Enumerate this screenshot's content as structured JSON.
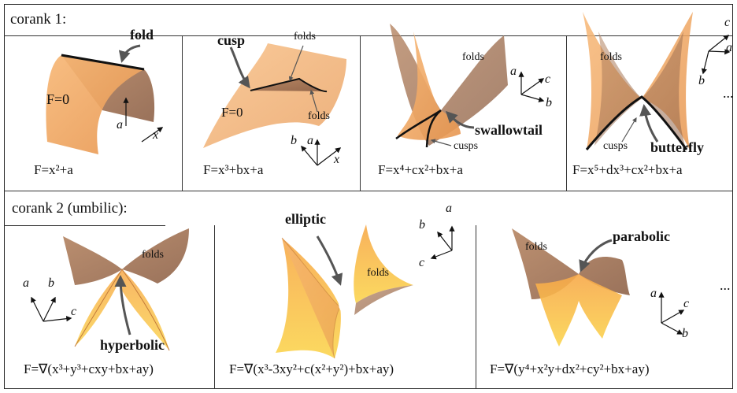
{
  "sections": {
    "corank1": "corank 1:",
    "corank2": "corank 2 (umbilic):"
  },
  "labels": {
    "fold": "fold",
    "cusp": "cusp",
    "folds": "folds",
    "f_zero": "F=0",
    "swallowtail": "swallowtail",
    "cusps": "cusps",
    "butterfly": "butterfly",
    "elliptic": "elliptic",
    "hyperbolic": "hyperbolic",
    "parabolic": "parabolic",
    "ellipsis": "..."
  },
  "axes": {
    "a": "a",
    "b": "b",
    "c": "c",
    "x": "x"
  },
  "equations": {
    "fold": "F=x²+a",
    "cusp": "F=x³+bx+a",
    "swallowtail": "F=x⁴+cx²+bx+a",
    "butterfly": "F=x⁵+dx³+cx²+bx+a",
    "hyperbolic": "F=∇(x³+y³+cxy+bx+ay)",
    "elliptic": "F=∇(x³-3xy²+c(x²+y²)+bx+ay)",
    "parabolic": "F=∇(y⁴+x²y+dx²+cy²+bx+ay)"
  },
  "colors": {
    "surface": "#f0a860",
    "surface_dark": "#a27050",
    "yellow": "#f6c64a",
    "arrow": "#555555"
  }
}
